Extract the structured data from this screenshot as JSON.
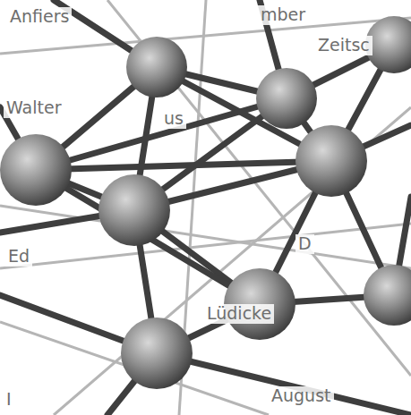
{
  "diagram": {
    "labels": [
      "Anfiers",
      "mber",
      "Zeitsc",
      "Walter",
      "us",
      "Ed",
      "D",
      "Lüdicke",
      "August",
      "I"
    ]
  }
}
